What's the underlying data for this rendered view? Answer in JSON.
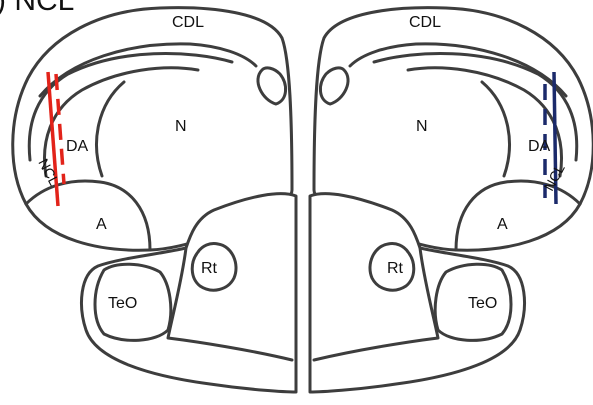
{
  "header_text": ") NCL",
  "labels": {
    "left": {
      "cdl": "CDL",
      "n": "N",
      "da": "DA",
      "ncl": "NCL",
      "a": "A",
      "rt": "Rt",
      "teo": "TeO"
    },
    "right": {
      "cdl": "CDL",
      "n": "N",
      "da": "DA",
      "ncl": "NCL",
      "a": "A",
      "rt": "Rt",
      "teo": "TeO"
    }
  },
  "colors": {
    "outline": "#3d3d3d",
    "left_marker": "#e2231a",
    "right_marker": "#1b2a6b"
  }
}
